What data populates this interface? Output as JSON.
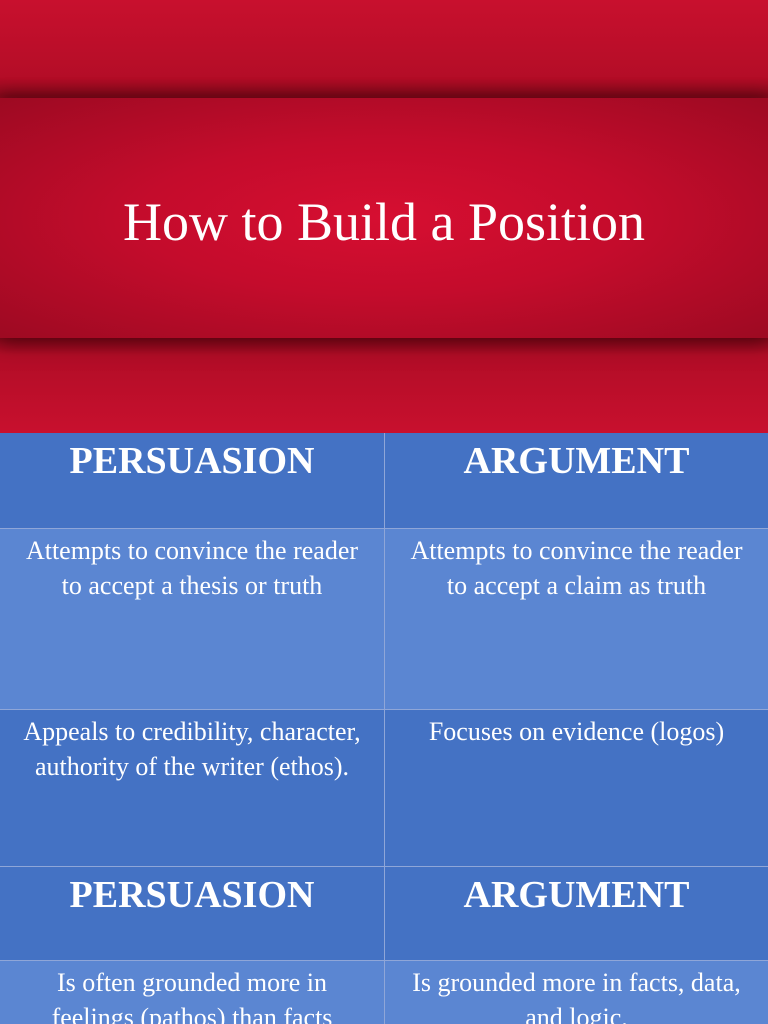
{
  "title_slide": {
    "title": "How to Build a Position"
  },
  "table1": {
    "headers": [
      "PERSUASION",
      "ARGUMENT"
    ],
    "rows": [
      [
        "Attempts to convince the reader to accept a thesis or truth",
        "Attempts to convince the reader to accept a claim as truth"
      ],
      [
        "Appeals to credibility, character, authority of the writer (ethos).",
        "Focuses on evidence (logos)"
      ]
    ]
  },
  "table2": {
    "headers": [
      "PERSUASION",
      "ARGUMENT"
    ],
    "rows": [
      [
        "Is often grounded more in feelings (pathos) than facts",
        "Is grounded more in facts, data, and logic."
      ]
    ]
  },
  "colors": {
    "title_red": "#c8102e",
    "header_blue": "#4472c4",
    "light_blue": "#5b86d2"
  }
}
